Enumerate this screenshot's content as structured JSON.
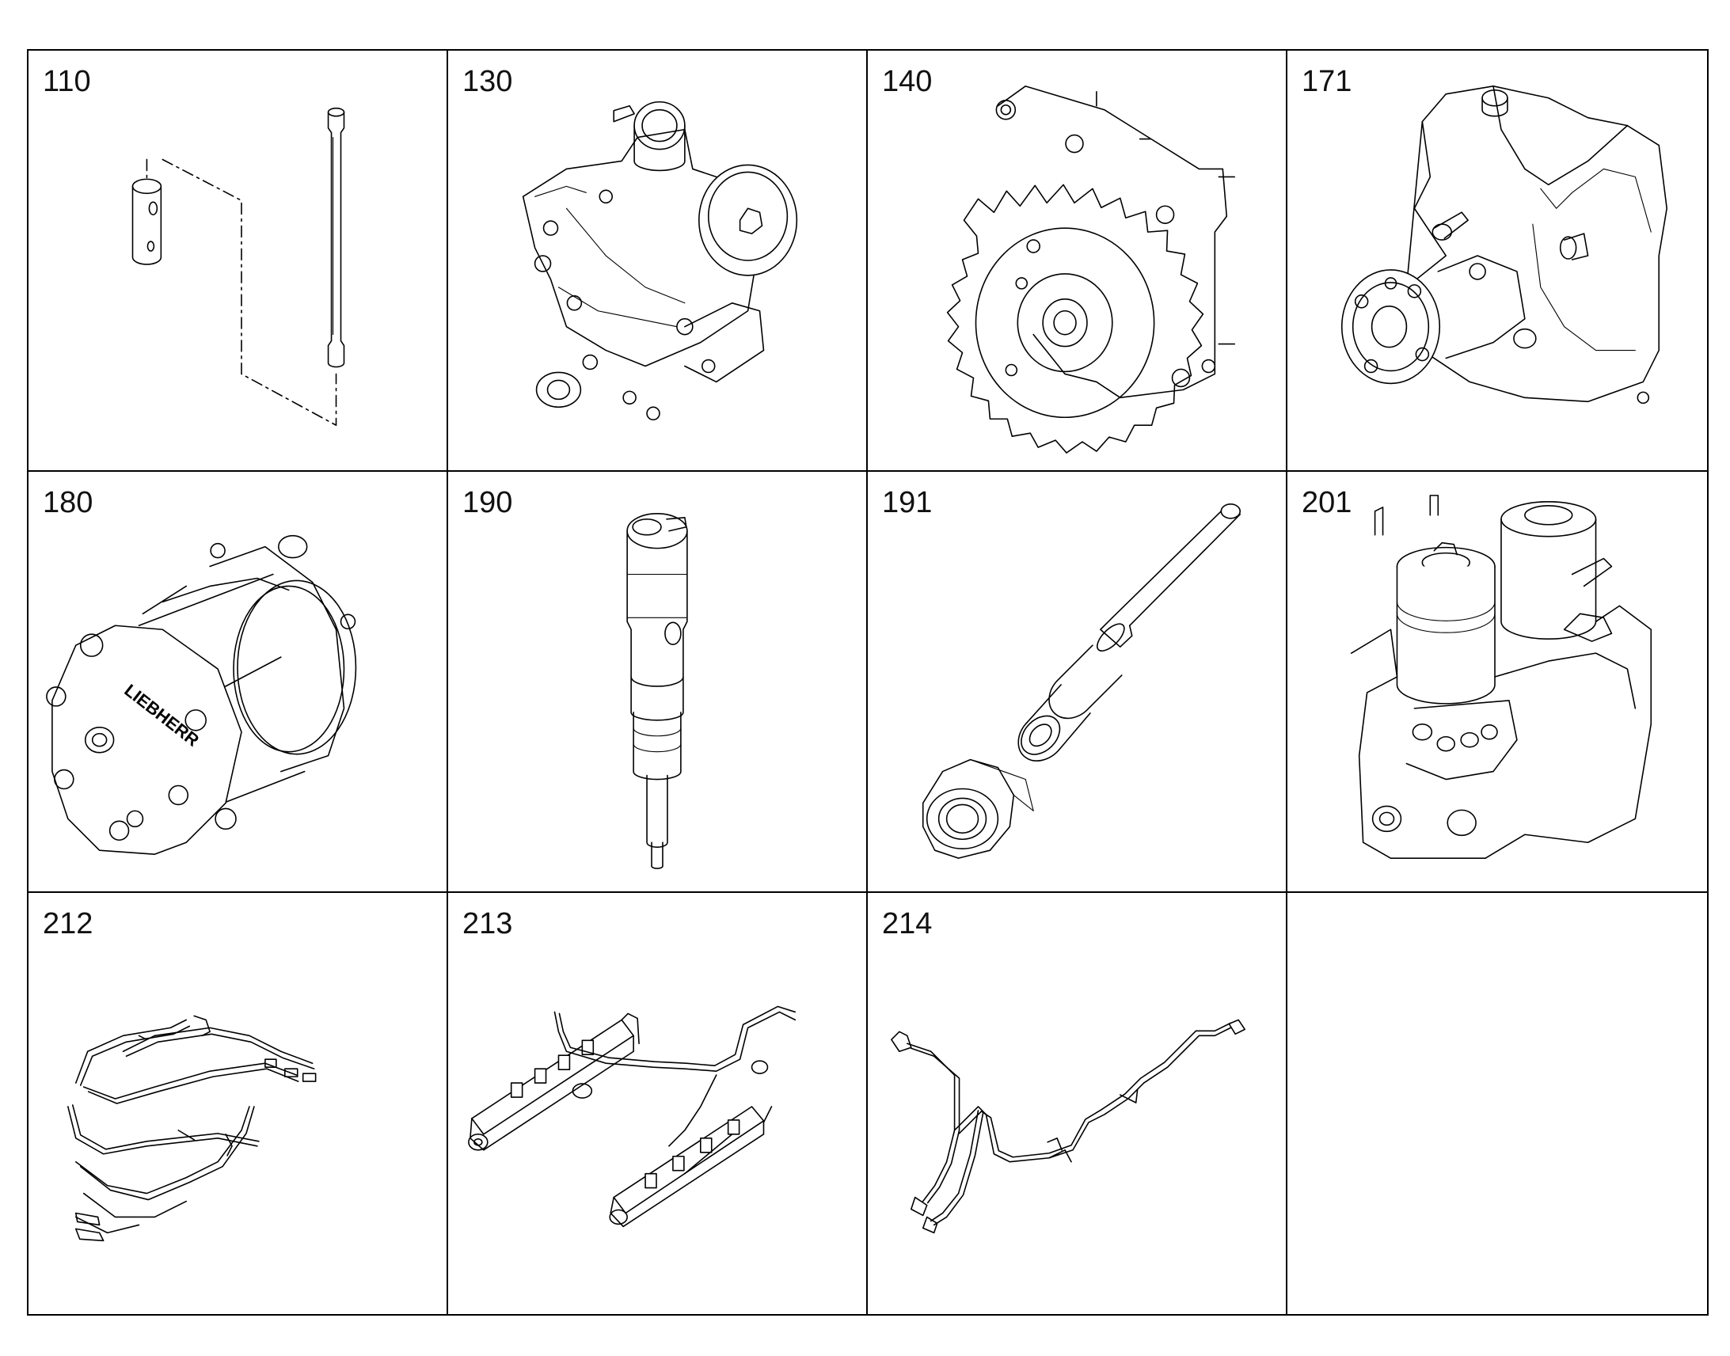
{
  "parts": [
    {
      "number": "110",
      "icon": "pushrod-and-tappet-icon"
    },
    {
      "number": "130",
      "icon": "fuel-pump-with-filter-icon"
    },
    {
      "number": "140",
      "icon": "drive-gear-housing-icon"
    },
    {
      "number": "171",
      "icon": "high-pressure-pump-icon"
    },
    {
      "number": "180",
      "icon": "fan-drive-housing-icon"
    },
    {
      "number": "190",
      "icon": "injector-icon"
    },
    {
      "number": "191",
      "icon": "pressure-pipe-connector-icon"
    },
    {
      "number": "201",
      "icon": "double-fuel-filter-icon"
    },
    {
      "number": "212",
      "icon": "fuel-line-set-icon"
    },
    {
      "number": "213",
      "icon": "common-rail-icon"
    },
    {
      "number": "214",
      "icon": "injection-line-icon"
    },
    {
      "number": "",
      "icon": ""
    }
  ],
  "brand": {
    "text": "LIEBHERR"
  }
}
